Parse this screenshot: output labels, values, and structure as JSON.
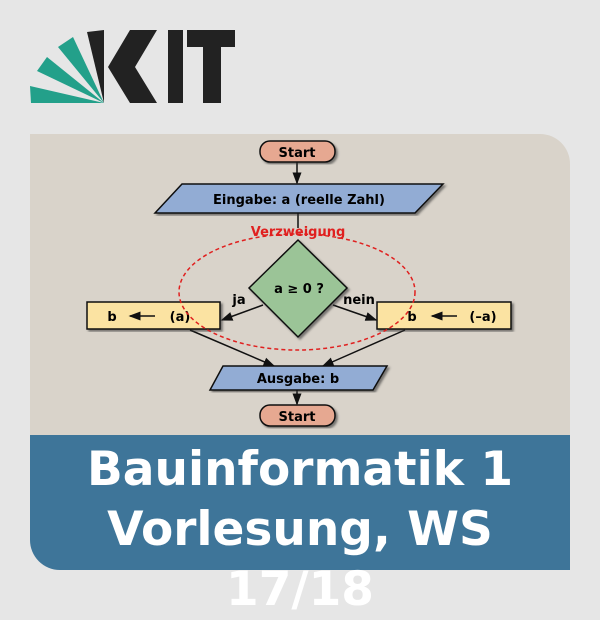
{
  "logo": {
    "text": "KIT",
    "colors": {
      "green": "#23a08a",
      "black": "#222222"
    }
  },
  "flowchart": {
    "start_top": "Start",
    "input": "Eingabe: a (reelle Zahl)",
    "branch_label": "Verzweigung",
    "condition": "a ≥ 0 ?",
    "yes_label": "ja",
    "no_label": "nein",
    "yes_box": {
      "var": "b",
      "value": "(a)"
    },
    "no_box": {
      "var": "b",
      "value": "(–a)"
    },
    "output": "Ausgabe: b",
    "start_bottom": "Start"
  },
  "title": {
    "line1": "Bauinformatik 1",
    "line2": "Vorlesung, WS 17/18"
  },
  "colors": {
    "panel": "#d9d3ca",
    "band": "#3e7599",
    "highlight": "#e0201f"
  }
}
